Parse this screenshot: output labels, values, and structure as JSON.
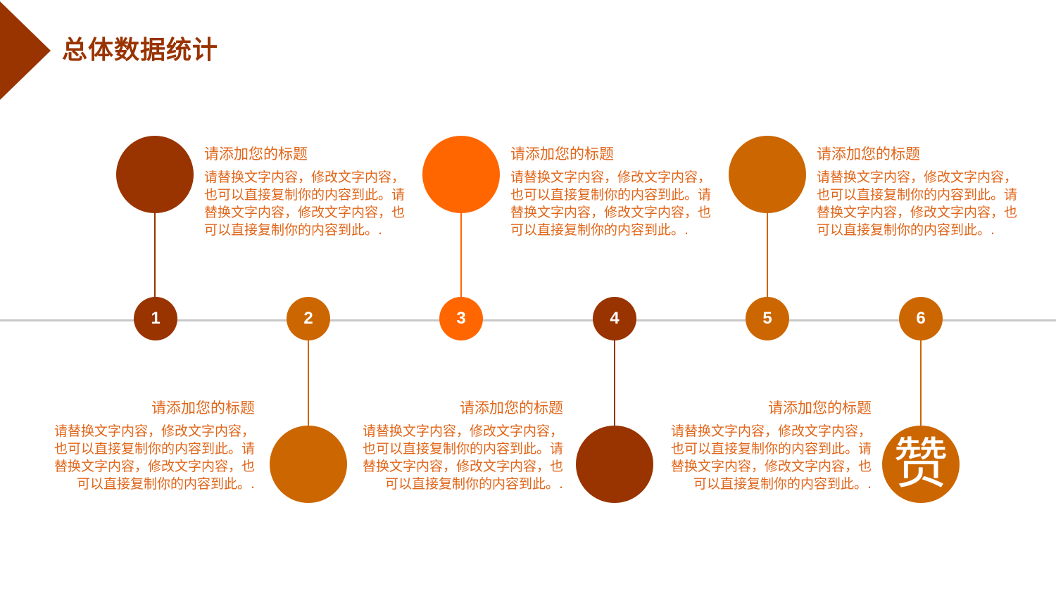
{
  "header": {
    "title": "总体数据统计"
  },
  "colors": {
    "dark": "#993300",
    "orange": "#ff6600",
    "amber": "#cc6600",
    "text": "#e0661a",
    "line": "#c8c8c8"
  },
  "nodes": [
    {
      "label": "1"
    },
    {
      "label": "2"
    },
    {
      "label": "3"
    },
    {
      "label": "4"
    },
    {
      "label": "5"
    },
    {
      "label": "6"
    }
  ],
  "badge": {
    "char": "赞"
  },
  "cards": [
    {
      "title": "请添加您的标题",
      "body": "请替换文字内容，修改文字内容，也可以直接复制你的内容到此。请替换文字内容，修改文字内容，也可以直接复制你的内容到此。."
    },
    {
      "title": "请添加您的标题",
      "body": "请替换文字内容，修改文字内容，也可以直接复制你的内容到此。请替换文字内容，修改文字内容，也可以直接复制你的内容到此。."
    },
    {
      "title": "请添加您的标题",
      "body": "请替换文字内容，修改文字内容，也可以直接复制你的内容到此。请替换文字内容，修改文字内容，也可以直接复制你的内容到此。."
    },
    {
      "title": "请添加您的标题",
      "body": "请替换文字内容，修改文字内容，也可以直接复制你的内容到此。请替换文字内容，修改文字内容，也可以直接复制你的内容到此。."
    },
    {
      "title": "请添加您的标题",
      "body": "请替换文字内容，修改文字内容，也可以直接复制你的内容到此。请替换文字内容，修改文字内容，也可以直接复制你的内容到此。."
    },
    {
      "title": "请添加您的标题",
      "body": "请替换文字内容，修改文字内容，也可以直接复制你的内容到此。请替换文字内容，修改文字内容，也可以直接复制你的内容到此。."
    }
  ]
}
